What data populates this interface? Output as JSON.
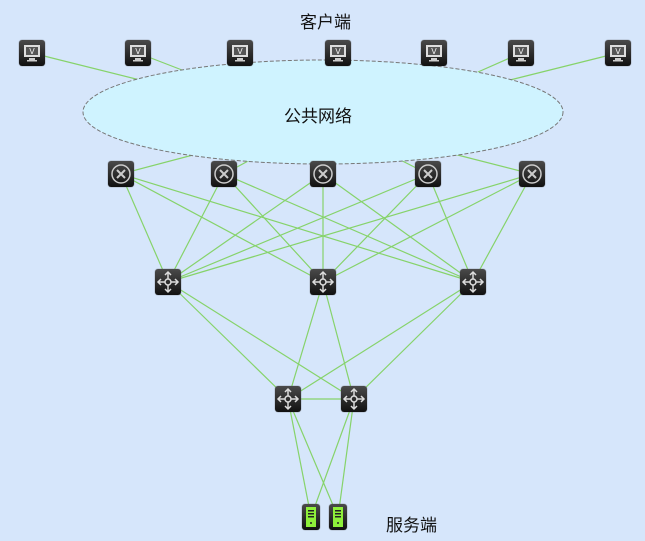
{
  "labels": {
    "client": "客户端",
    "network": "公共网络",
    "server": "服务端"
  },
  "colors": {
    "link": "#86d36a",
    "background": "#d6e6fb",
    "cloud": "#cff3ff",
    "server_accent": "#8ef03a"
  },
  "nodes": {
    "clients": [
      {
        "icon": "monitor-icon"
      },
      {
        "icon": "monitor-icon"
      },
      {
        "icon": "monitor-icon"
      },
      {
        "icon": "monitor-icon"
      },
      {
        "icon": "monitor-icon"
      },
      {
        "icon": "monitor-icon"
      },
      {
        "icon": "monitor-icon"
      }
    ],
    "routers": [
      {
        "icon": "router-icon"
      },
      {
        "icon": "router-icon"
      },
      {
        "icon": "router-icon"
      },
      {
        "icon": "router-icon"
      },
      {
        "icon": "router-icon"
      }
    ],
    "switches": [
      {
        "icon": "switch-icon"
      },
      {
        "icon": "switch-icon"
      },
      {
        "icon": "switch-icon"
      }
    ],
    "core": [
      {
        "icon": "switch-icon"
      },
      {
        "icon": "switch-icon"
      }
    ],
    "servers": [
      {
        "icon": "server-icon"
      },
      {
        "icon": "server-icon"
      }
    ]
  }
}
